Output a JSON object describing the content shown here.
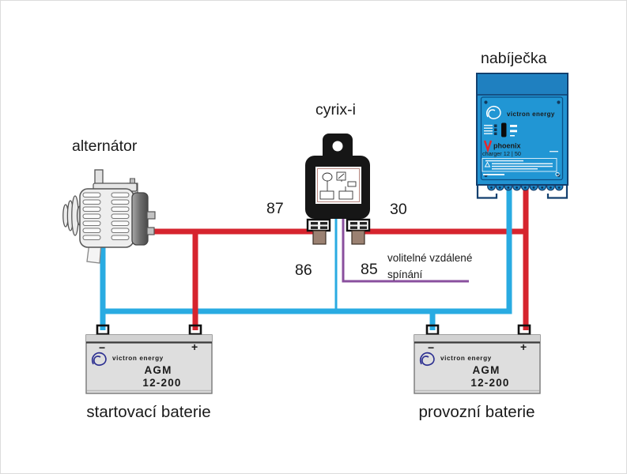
{
  "diagram": {
    "labels": {
      "alternator": "alternátor",
      "relay": "cyrix-i",
      "charger": "nabíječka",
      "starter_battery": "startovací baterie",
      "service_battery": "provozní baterie"
    },
    "terminals": {
      "t87": "87",
      "t30": "30",
      "t86": "86",
      "t85": "85"
    },
    "remote_note": {
      "line1": "volitelné vzdálené",
      "line2": "spínání"
    },
    "charger_face": {
      "brand": "victron energy",
      "model_name": "phoenix",
      "model_spec": "charger 12 | 50"
    },
    "battery_face": {
      "brand": "victron energy",
      "chemistry": "AGM",
      "model": "12-200",
      "neg": "−",
      "pos": "+"
    },
    "wire_colors": {
      "positive": "#d6242e",
      "negative": "#29abe2",
      "remote": "#8a4f9e"
    }
  }
}
